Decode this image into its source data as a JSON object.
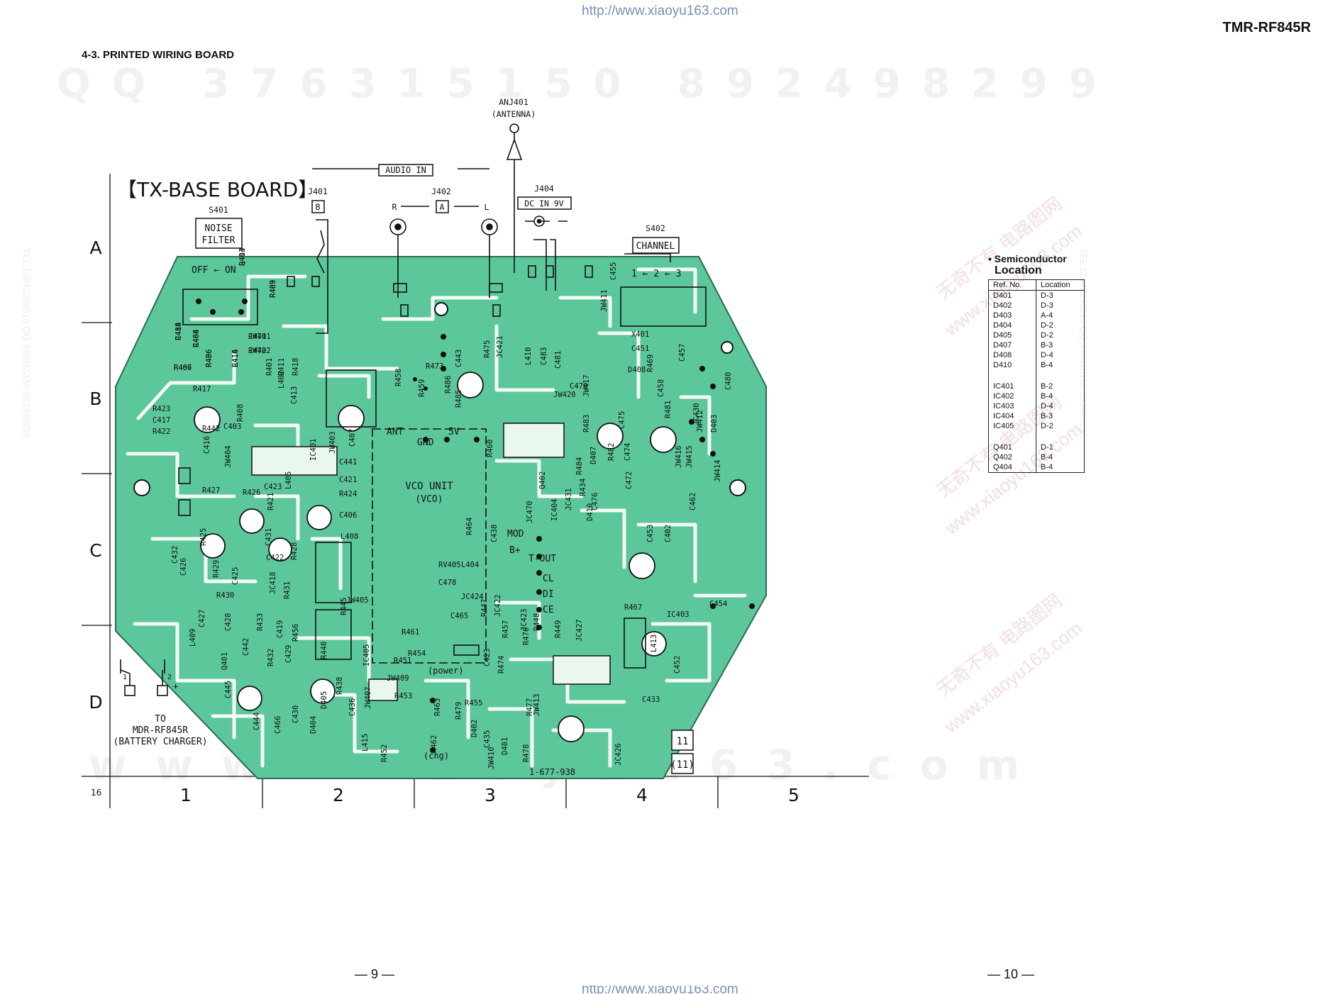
{
  "header": {
    "url_top": "http://www.xiaoyu163.com",
    "model": "TMR-RF845R",
    "section_title": "4-3. PRINTED WIRING BOARD"
  },
  "watermarks": {
    "qq_line_left": "QQ 376315150",
    "qq_line_right": "892498299",
    "site_big": "www.xiaoyu163.com",
    "diag_cn": "无奇不有 电路图网",
    "diag_site": "www.xiaoyu163.com",
    "side_left": "TEL 13942296513 QQ 376315150 892498299",
    "side_right": "TEL 13942296513 QQ 376315150 892498299"
  },
  "board": {
    "title": "【TX-BASE BOARD】",
    "antenna_ref": "ANJ401",
    "antenna_label": "(ANTENNA)",
    "audio_in": "AUDIO IN",
    "j401": "J401",
    "j401_box": "B",
    "j402": "J402",
    "j402_box": "A",
    "j402_r": "R",
    "j402_l": "L",
    "j404": "J404",
    "dc_in": "DC IN 9V",
    "s401": "S401",
    "noise_filter_1": "NOISE",
    "noise_filter_2": "FILTER",
    "s402": "S402",
    "channel": "CHANNEL",
    "off_on": "OFF ← ON",
    "channel_positions": "1 ← 2 ← 3",
    "vco_unit": "VCO UNIT",
    "vco": "(VCO)",
    "ant": "ANT",
    "gnd": "GND",
    "v5": "5V",
    "mod": "MOD",
    "bplus": "B+",
    "tout": "T-OUT",
    "cl": "CL",
    "di": "DI",
    "ce": "CE",
    "power": "(power)",
    "chg": "(chg)",
    "part_no": "1-677-938",
    "box_11": "11",
    "box_11p": "(11)",
    "to_label": "TO",
    "to_target": "MDR-RF845R",
    "battery_charger": "(BATTERY CHARGER)",
    "conn_1": "1",
    "conn_2": "2",
    "plus": "+",
    "row_labels": [
      "A",
      "B",
      "C",
      "D"
    ],
    "col_labels": [
      "1",
      "2",
      "3",
      "4",
      "5"
    ],
    "corner_number": "16"
  },
  "component_labels": [
    "R413",
    "R403",
    "R414",
    "R404",
    "JW401",
    "JW402",
    "R407",
    "R406",
    "R416",
    "R401",
    "R411",
    "R418",
    "R417",
    "R423",
    "C417",
    "R422",
    "R408",
    "C403",
    "L402",
    "C413",
    "C416",
    "JW404",
    "IC401",
    "JW403",
    "C407",
    "C423",
    "L405",
    "C441",
    "R427",
    "R426",
    "R421",
    "C421",
    "R424",
    "C406",
    "R425",
    "C431",
    "C422",
    "R428",
    "L408",
    "C432",
    "C426",
    "R429",
    "C425",
    "R430",
    "JC418",
    "R431",
    "JW405",
    "R445",
    "C427",
    "C428",
    "R433",
    "C419",
    "R456",
    "L409",
    "C442",
    "Q401",
    "R432",
    "C429",
    "R440",
    "C445",
    "C444",
    "C466",
    "C430",
    "D404",
    "D405",
    "R438",
    "C436",
    "JW407",
    "L415",
    "R452",
    "IC405",
    "R451",
    "JW409",
    "R461",
    "R454",
    "R453",
    "R463",
    "R455",
    "R462",
    "D402",
    "R479",
    "JW410",
    "C435",
    "D401",
    "C423",
    "R474",
    "R476",
    "R477",
    "R478",
    "R473",
    "R458",
    "R459",
    "C443",
    "R475",
    "JC421",
    "L410",
    "C483",
    "C481",
    "C470",
    "JW420",
    "JW417",
    "R483",
    "R482",
    "C474",
    "C472",
    "R484",
    "D407",
    "C475",
    "R460",
    "Q402",
    "C476",
    "D410",
    "IC404",
    "R434",
    "JC431",
    "JC470",
    "C438",
    "R464",
    "RV405",
    "L404",
    "C478",
    "JC424",
    "C465",
    "R447",
    "JC422",
    "R457",
    "JC423",
    "R448",
    "R449",
    "JC427",
    "JC426",
    "C433",
    "L413",
    "C452",
    "IC403",
    "R467",
    "C453",
    "C462",
    "C454",
    "C455",
    "JW411",
    "X401",
    "C451",
    "D408",
    "C457",
    "R469",
    "C458",
    "R481",
    "JC430",
    "JW412",
    "D403",
    "C480",
    "JW416",
    "JW415",
    "JW414",
    "C402",
    "R485",
    "R486",
    "R442",
    "JW413",
    "Q404",
    "R489",
    "C488",
    "C468",
    "R471",
    "R472",
    "R466",
    "R436",
    "L414"
  ],
  "semiconductor_location": {
    "title": "Semiconductor",
    "subtitle": "Location",
    "columns": [
      "Ref. No.",
      "Location"
    ],
    "groups": [
      [
        [
          "D401",
          "D-3"
        ],
        [
          "D402",
          "D-3"
        ],
        [
          "D403",
          "A-4"
        ],
        [
          "D404",
          "D-2"
        ],
        [
          "D405",
          "D-2"
        ],
        [
          "D407",
          "B-3"
        ],
        [
          "D408",
          "D-4"
        ],
        [
          "D410",
          "B-4"
        ]
      ],
      [
        [
          "IC401",
          "B-2"
        ],
        [
          "IC402",
          "B-4"
        ],
        [
          "IC403",
          "D-4"
        ],
        [
          "IC404",
          "B-3"
        ],
        [
          "IC405",
          "D-2"
        ]
      ],
      [
        [
          "Q401",
          "D-1"
        ],
        [
          "Q402",
          "B-4"
        ],
        [
          "Q404",
          "B-4"
        ]
      ]
    ]
  },
  "footer": {
    "page_left": "— 9 —",
    "page_right": "— 10 —",
    "url_bottom": "http://www.xiaoyu163.com"
  },
  "colors": {
    "board_fill": "#5cc79a",
    "trace_light": "#f4fbf7",
    "ink": "#111111",
    "url_blue": "#7a8fb8"
  }
}
